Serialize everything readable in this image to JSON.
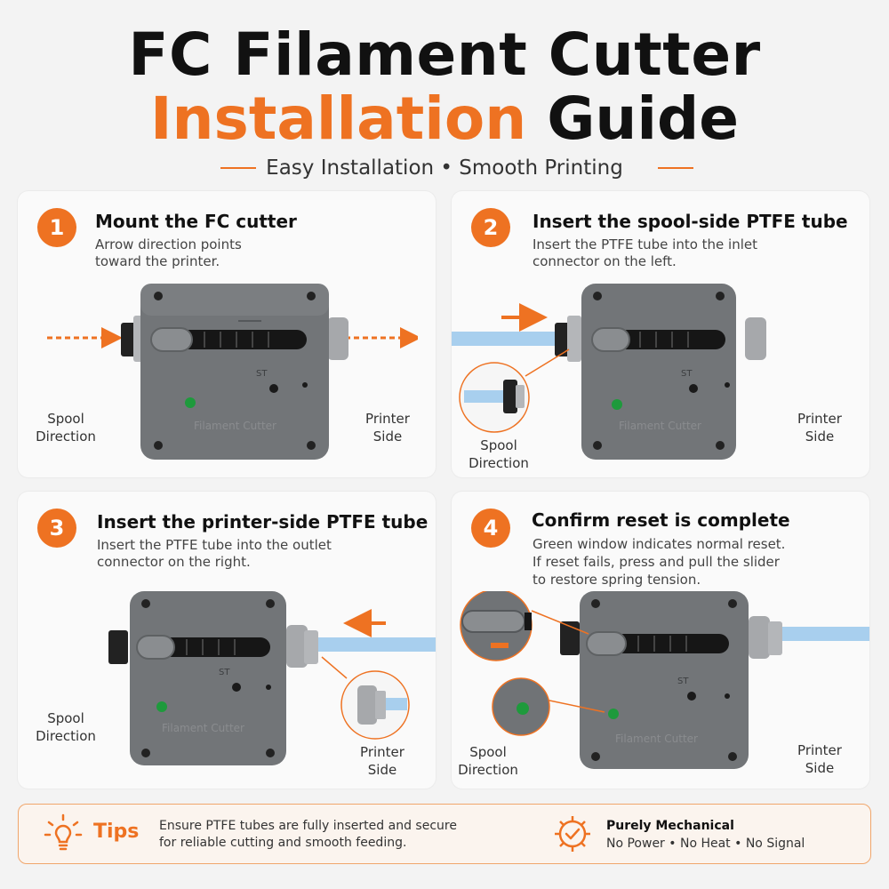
{
  "header": {
    "title_line1": "FC Filament Cutter",
    "title_accent": "Installation",
    "title_rest": "Guide",
    "subtitle": "Easy Installation • Smooth Printing"
  },
  "steps": [
    {
      "number": "1",
      "title": "Mount the FC cutter",
      "desc": [
        "Arrow direction points",
        "toward the printer."
      ],
      "left_label": [
        "Spool",
        "Direction"
      ],
      "right_label": [
        "Printer",
        "Side"
      ],
      "device_text": "Filament Cutter",
      "device_mark": "ST"
    },
    {
      "number": "2",
      "title": "Insert the spool-side PTFE tube",
      "desc": [
        "Insert the PTFE tube into the inlet",
        "connector on the left."
      ],
      "left_label": [
        "Spool",
        "Direction"
      ],
      "right_label": [
        "Printer",
        "Side"
      ],
      "device_text": "Filament Cutter",
      "device_mark": "ST"
    },
    {
      "number": "3",
      "title": "Insert the printer-side PTFE tube",
      "desc": [
        "Insert the PTFE tube into the outlet",
        "connector on the right."
      ],
      "left_label": [
        "Spool",
        "Direction"
      ],
      "right_label": [
        "Printer",
        "Side"
      ],
      "device_text": "Filament Cutter",
      "device_mark": "ST"
    },
    {
      "number": "4",
      "title": "Confirm reset is complete",
      "desc": [
        "Green window indicates normal reset.",
        "If reset fails, press and pull the slider",
        "to restore spring tension."
      ],
      "left_label": [
        "Spool",
        "Direction"
      ],
      "right_label": [
        "Printer",
        "Side"
      ],
      "device_text": "Filament Cutter",
      "device_mark": "ST"
    }
  ],
  "tips": {
    "label": "Tips",
    "text": [
      "Ensure PTFE tubes are fully inserted and secure",
      "for reliable cutting and smooth feeding."
    ],
    "mech_title": "Purely Mechanical",
    "mech_sub": "No Power • No Heat • No Signal",
    "icons": [
      "lightbulb-icon",
      "gear-check-icon"
    ]
  },
  "colors": {
    "accent": "#ee7222",
    "device_body": "#727578",
    "tube": "#a8cfee",
    "indicator": "#1e9a3c"
  }
}
